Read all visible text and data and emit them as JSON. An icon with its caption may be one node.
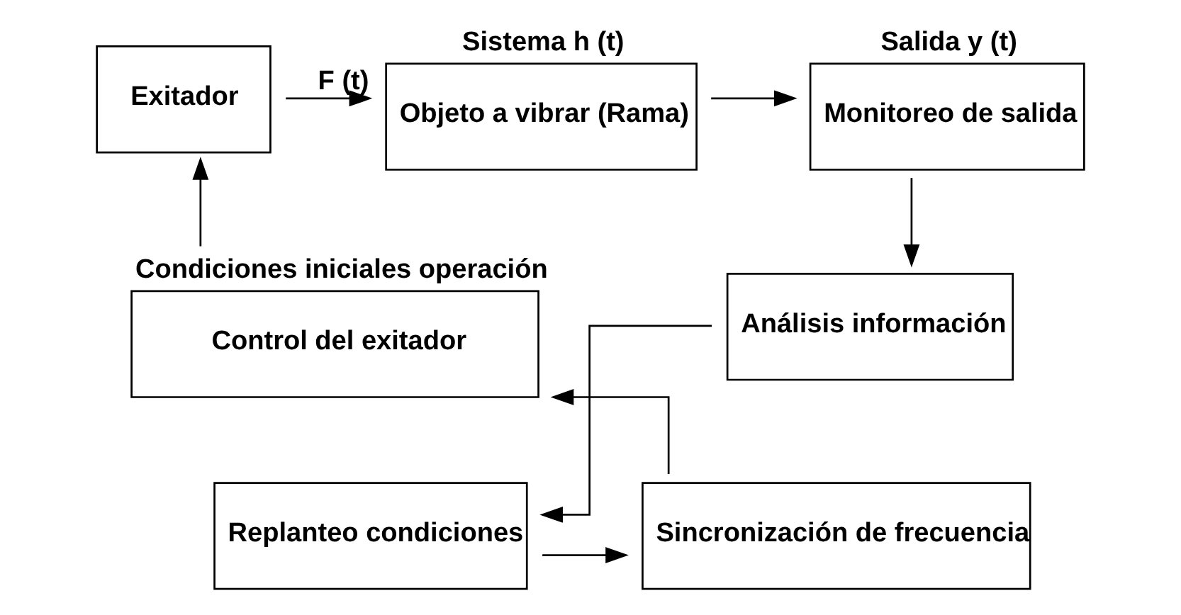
{
  "diagram": {
    "nodes": [
      {
        "text": [
          "Exitador"
        ]
      },
      {
        "text": [
          "Objeto a vibrar (Rama)"
        ],
        "beside": [
          "Sistema h (t)"
        ]
      },
      {
        "text": [
          "Monitoreo de salida"
        ],
        "beside": [
          "Salida y (t)"
        ]
      },
      {
        "text": [
          "Análisis información"
        ]
      },
      {
        "text": [
          "Replanteo condiciones"
        ]
      },
      {
        "text": [
          "Sincronización de frecuencia"
        ]
      },
      {
        "text": [
          "Control del exitador"
        ],
        "beside": [
          "Condiciones iniciales operación"
        ]
      }
    ],
    "edges": [
      {
        "from": 0,
        "to": 1,
        "arrow": "to",
        "label": "F (t)"
      },
      {
        "from": 1,
        "to": 2,
        "arrow": "to"
      },
      {
        "from": 2,
        "to": 3,
        "arrow": "to"
      },
      {
        "from": 3,
        "to": 4,
        "arrow": "to"
      },
      {
        "from": 4,
        "to": 5,
        "arrow": "to"
      },
      {
        "from": 5,
        "to": 6,
        "arrow": "to"
      },
      {
        "from": 6,
        "to": 0,
        "arrow": "to"
      }
    ]
  }
}
